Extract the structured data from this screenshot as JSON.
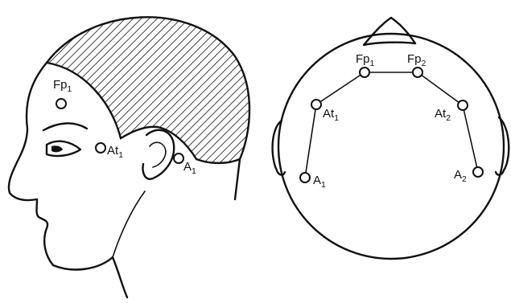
{
  "side_view": {
    "electrodes": [
      {
        "name": "Fp",
        "sub": "1"
      },
      {
        "name": "At",
        "sub": "1"
      },
      {
        "name": "A",
        "sub": "1"
      }
    ]
  },
  "top_view": {
    "electrodes": [
      {
        "name": "Fp",
        "sub": "1"
      },
      {
        "name": "Fp",
        "sub": "2"
      },
      {
        "name": "At",
        "sub": "1"
      },
      {
        "name": "At",
        "sub": "2"
      },
      {
        "name": "A",
        "sub": "1"
      },
      {
        "name": "A",
        "sub": "2"
      }
    ]
  }
}
